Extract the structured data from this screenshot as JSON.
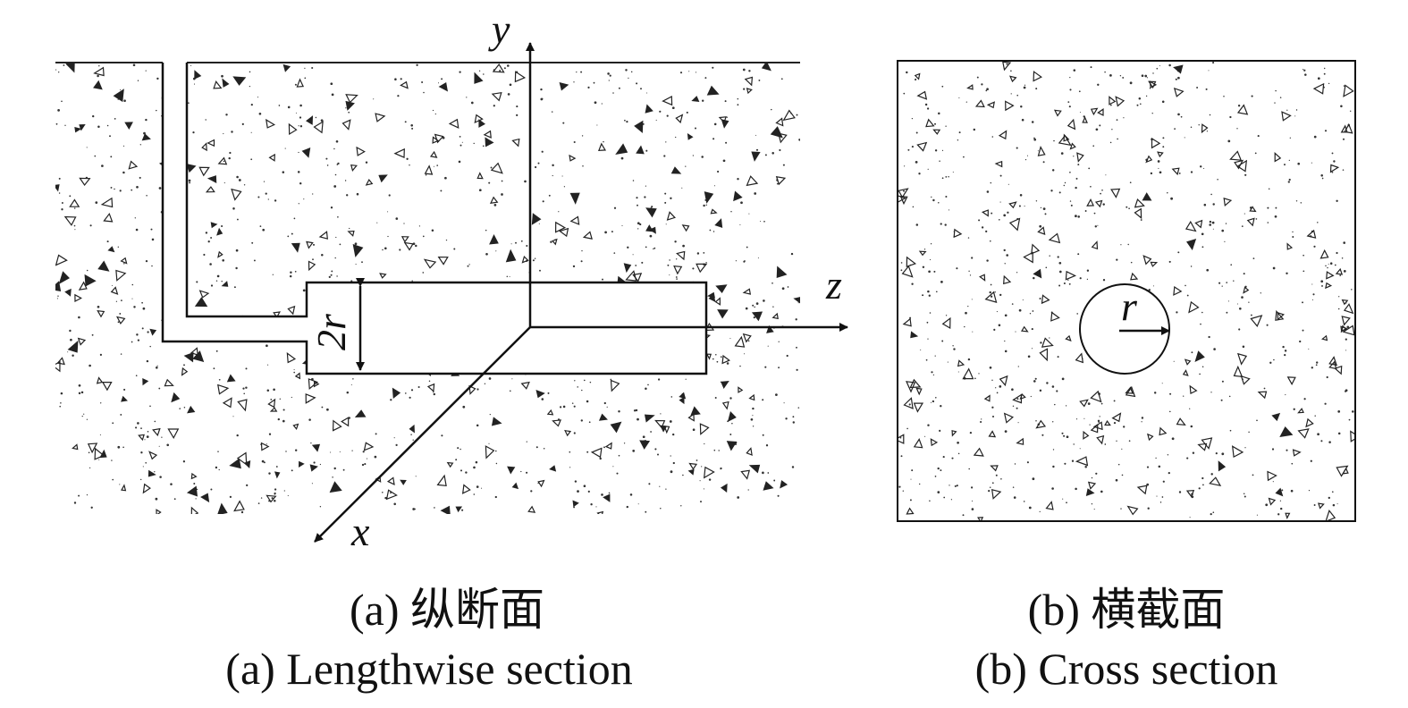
{
  "panel_a": {
    "axis_labels": {
      "y": "y",
      "z": "z",
      "x": "x"
    },
    "dimension_label": "2r",
    "caption_cn": "(a) 纵断面",
    "caption_en": "(a) Lengthwise section"
  },
  "panel_b": {
    "radius_label": "r",
    "caption_cn": "(b) 横截面",
    "caption_en": "(b) Cross section"
  }
}
